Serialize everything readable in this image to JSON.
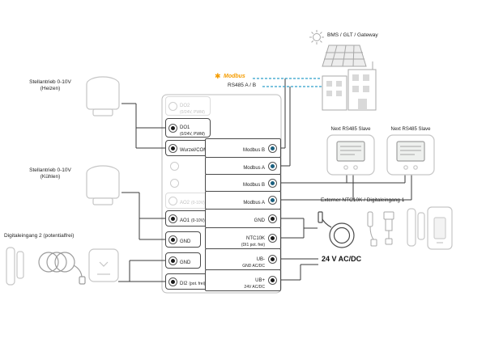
{
  "colors": {
    "wire": "#3a3a3a",
    "accentblue": "#2f9fca",
    "modbusorange": "#f59c00",
    "dotblue": "#1a5f7e",
    "dotblack": "#1a1a1a",
    "devgray": "#c6c6c6",
    "bordergray": "#bdbdbd"
  },
  "icons": {
    "modbus_star": "✱"
  },
  "top_right": {
    "bms_label": "BMS / GLT / Gateway",
    "modbus_label": "Modbus",
    "rs485_label": "RS485 A / B"
  },
  "left_devices": {
    "heizen_line1": "Stellantrieb 0-10V",
    "heizen_line2": "(Heizen)",
    "kuehlen_line1": "Stellantrieb 0-10V",
    "kuehlen_line2": "(Kühlen)",
    "digital_input_label": "Digitaleingang 2 (potentialfrei)"
  },
  "right_devices": {
    "slave1_label": "Next RS485 Slave",
    "slave2_label": "Next RS485 Slave",
    "ntc_label": "Externer NTC10K / Digitaleingang 1",
    "supply_label": "24 V AC/DC"
  },
  "terminals": {
    "left": [
      {
        "label": "DO2",
        "sub": "(0/24V, PWM)"
      },
      {
        "label": "DO1",
        "sub": "(0/24V, PWM)"
      },
      {
        "label": "Wurzel/COM",
        "sub": ""
      },
      {
        "label": "",
        "sub": ""
      },
      {
        "label": "",
        "sub": ""
      },
      {
        "label": "AO2",
        "sub": "(0-10V)"
      },
      {
        "label": "AO1",
        "sub": "(0-10V)"
      },
      {
        "label": "GND",
        "sub": ""
      },
      {
        "label": "GND",
        "sub": ""
      },
      {
        "label": "DI2",
        "sub": "(pot. frei)"
      }
    ],
    "right": [
      {
        "label": "Modbus B",
        "sub": ""
      },
      {
        "label": "Modbus A",
        "sub": ""
      },
      {
        "label": "Modbus B",
        "sub": ""
      },
      {
        "label": "Modbus A",
        "sub": ""
      },
      {
        "label": "GND",
        "sub": ""
      },
      {
        "label": "NTC10K",
        "sub": "(DI1 pot. frei)"
      },
      {
        "label": "UB-",
        "sub": "GND AC/DC"
      },
      {
        "label": "UB+",
        "sub": "24V AC/DC"
      }
    ]
  }
}
